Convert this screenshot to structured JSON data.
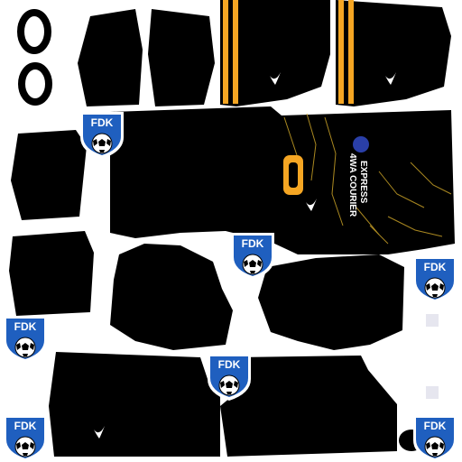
{
  "sponsor": {
    "line1": "4WA COURIER",
    "line2": "EXPRESS"
  },
  "player_number": "0",
  "badge": {
    "text": "FDK"
  },
  "colors": {
    "kit": "#000000",
    "stripe": "#f5a623",
    "badge_blue": "#1f5fbf",
    "badge_border": "#ffffff",
    "sponsor_logo": "#2a3fa8",
    "background": "#ffffff"
  },
  "icons": [
    "brand-swoosh-icon",
    "club-badge-icon",
    "sponsor-logo-icon",
    "soccer-ball-icon"
  ]
}
